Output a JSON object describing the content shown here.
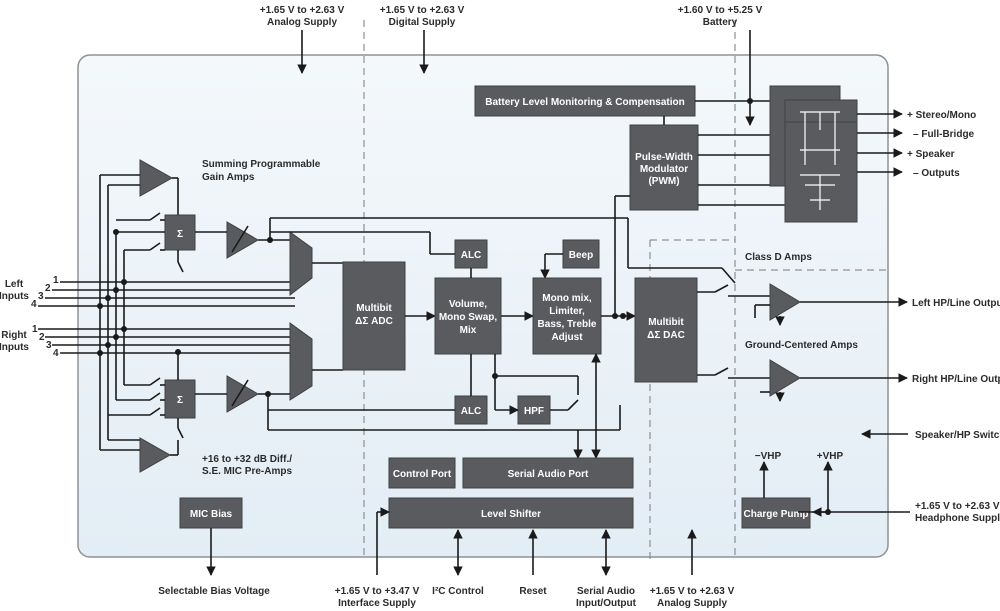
{
  "supplies": {
    "analog_top": [
      "+1.65 V to +2.63 V",
      "Analog Supply"
    ],
    "digital_top": [
      "+1.65 V to +2.63 V",
      "Digital Supply"
    ],
    "battery": [
      "+1.60 V to +5.25 V",
      "Battery"
    ],
    "interface": [
      "+1.65 V to +3.47 V",
      "Interface Supply"
    ],
    "analog_bottom": [
      "+1.65 V to +2.63 V",
      "Analog Supply"
    ],
    "headphone": [
      "+1.65 V to +2.63 V",
      "Headphone Supply"
    ]
  },
  "blocks": {
    "battery_monitor": "Battery Level Monitoring & Compensation",
    "pwm": [
      "Pulse-Width",
      "Modulator",
      "(PWM)"
    ],
    "adc": [
      "Multibit",
      "ΔΣ ADC"
    ],
    "dac": [
      "Multibit",
      "ΔΣ DAC"
    ],
    "volume": [
      "Volume,",
      "Mono Swap,",
      "Mix"
    ],
    "mono_mix": [
      "Mono mix,",
      "Limiter,",
      "Bass, Treble",
      "Adjust"
    ],
    "alc_top": "ALC",
    "alc_bottom": "ALC",
    "beep": "Beep",
    "hpf": "HPF",
    "sum_top": "Σ",
    "sum_bottom": "Σ",
    "control_port": "Control Port",
    "serial_audio_port": "Serial Audio Port",
    "level_shifter": "Level Shifter",
    "mic_bias": "MIC Bias",
    "charge_pump": "Charge Pump"
  },
  "labels": {
    "summing_amps": [
      "Summing Programmable",
      "Gain Amps"
    ],
    "mic_preamps": [
      "+16 to +32 dB Diff./",
      "S.E. MIC Pre-Amps"
    ],
    "left_inputs": [
      "Left",
      "Inputs"
    ],
    "right_inputs": [
      "Right",
      "Inputs"
    ],
    "input_numbers": [
      "1",
      "2",
      "3",
      "4"
    ],
    "class_d_amps": "Class D Amps",
    "ground_centered": "Ground-Centered Amps",
    "speaker_hp_switch": "Speaker/HP Switch",
    "neg_vhp": "−VHP",
    "pos_vhp": "+VHP",
    "left_hp_out": "Left HP/Line Output",
    "right_hp_out": "Right HP/Line Output",
    "speaker_outputs": [
      "+ Stereo/Mono",
      "– Full-Bridge",
      "+ Speaker",
      "– Outputs"
    ],
    "bias_voltage": "Selectable Bias Voltage",
    "i2c_control": "I²C Control",
    "reset": "Reset",
    "serial_audio_io": [
      "Serial Audio",
      "Input/Output"
    ]
  },
  "colors": {
    "panel": "#eaf2f8",
    "block": "#595b5e",
    "wire": "#1a1a1a"
  }
}
